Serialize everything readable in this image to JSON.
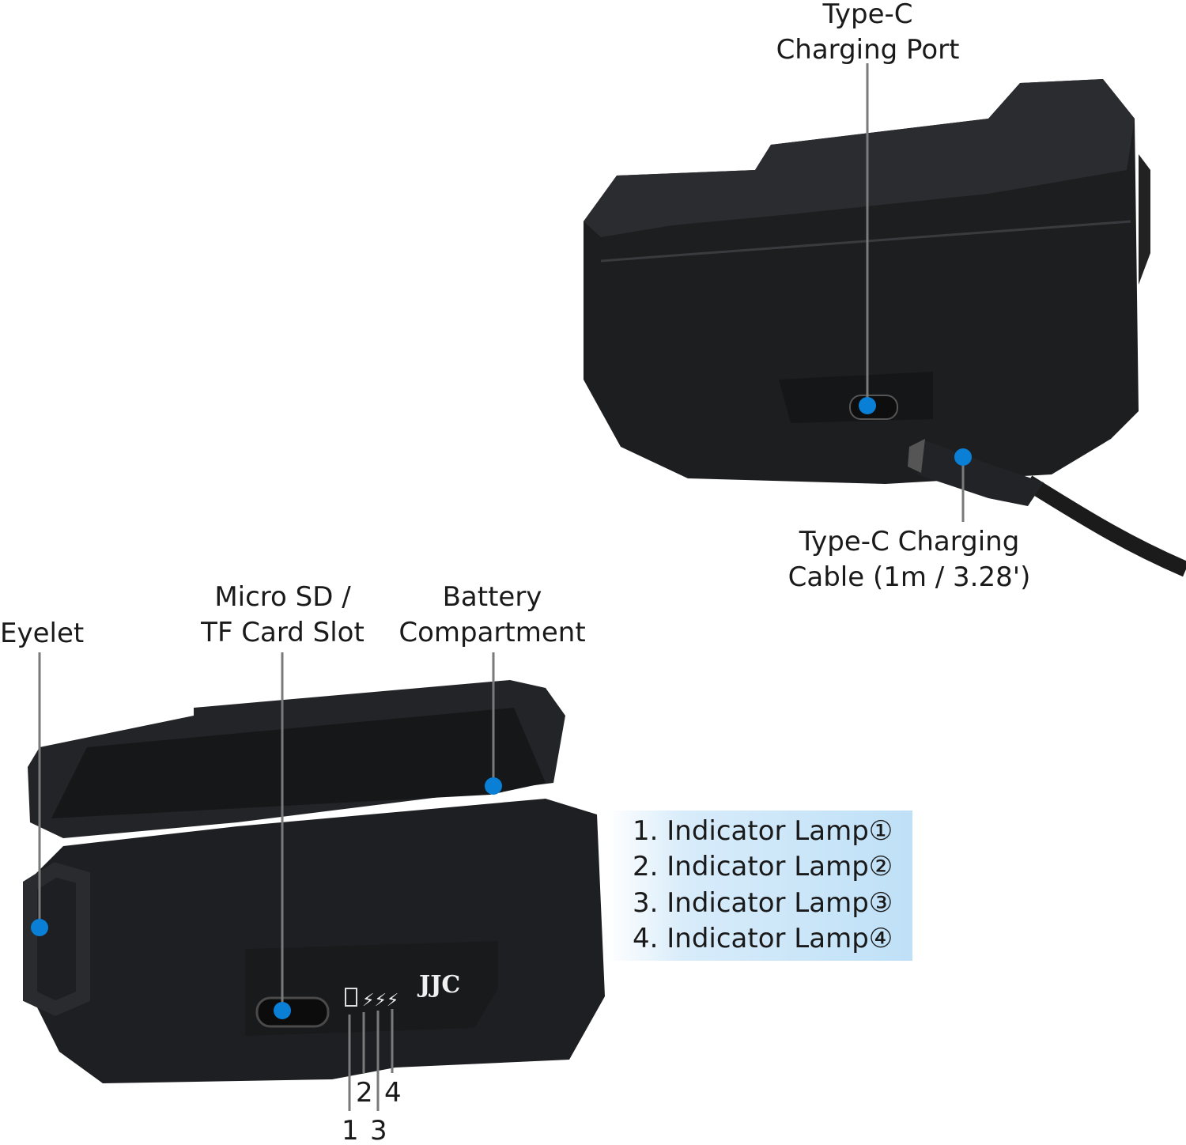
{
  "labels": {
    "type_c_port": [
      "Type-C",
      "Charging Port"
    ],
    "type_c_cable": [
      "Type-C Charging",
      "Cable (1m / 3.28')"
    ],
    "eyelet": "Eyelet",
    "micro_sd": [
      "Micro SD /",
      "TF Card Slot"
    ],
    "battery": [
      "Battery",
      "Compartment"
    ]
  },
  "indicator_lamps": [
    "1. Indicator Lamp①",
    "2. Indicator Lamp②",
    "3. Indicator Lamp③",
    "4. Indicator Lamp④"
  ],
  "lamp_numbers": [
    "1",
    "2",
    "3",
    "4"
  ],
  "brand": "JJC",
  "colors": {
    "marker": "#0a7fd6",
    "leader": "#7a7a7a",
    "device": "#1c1d1f",
    "box": "#bfe0f7"
  }
}
